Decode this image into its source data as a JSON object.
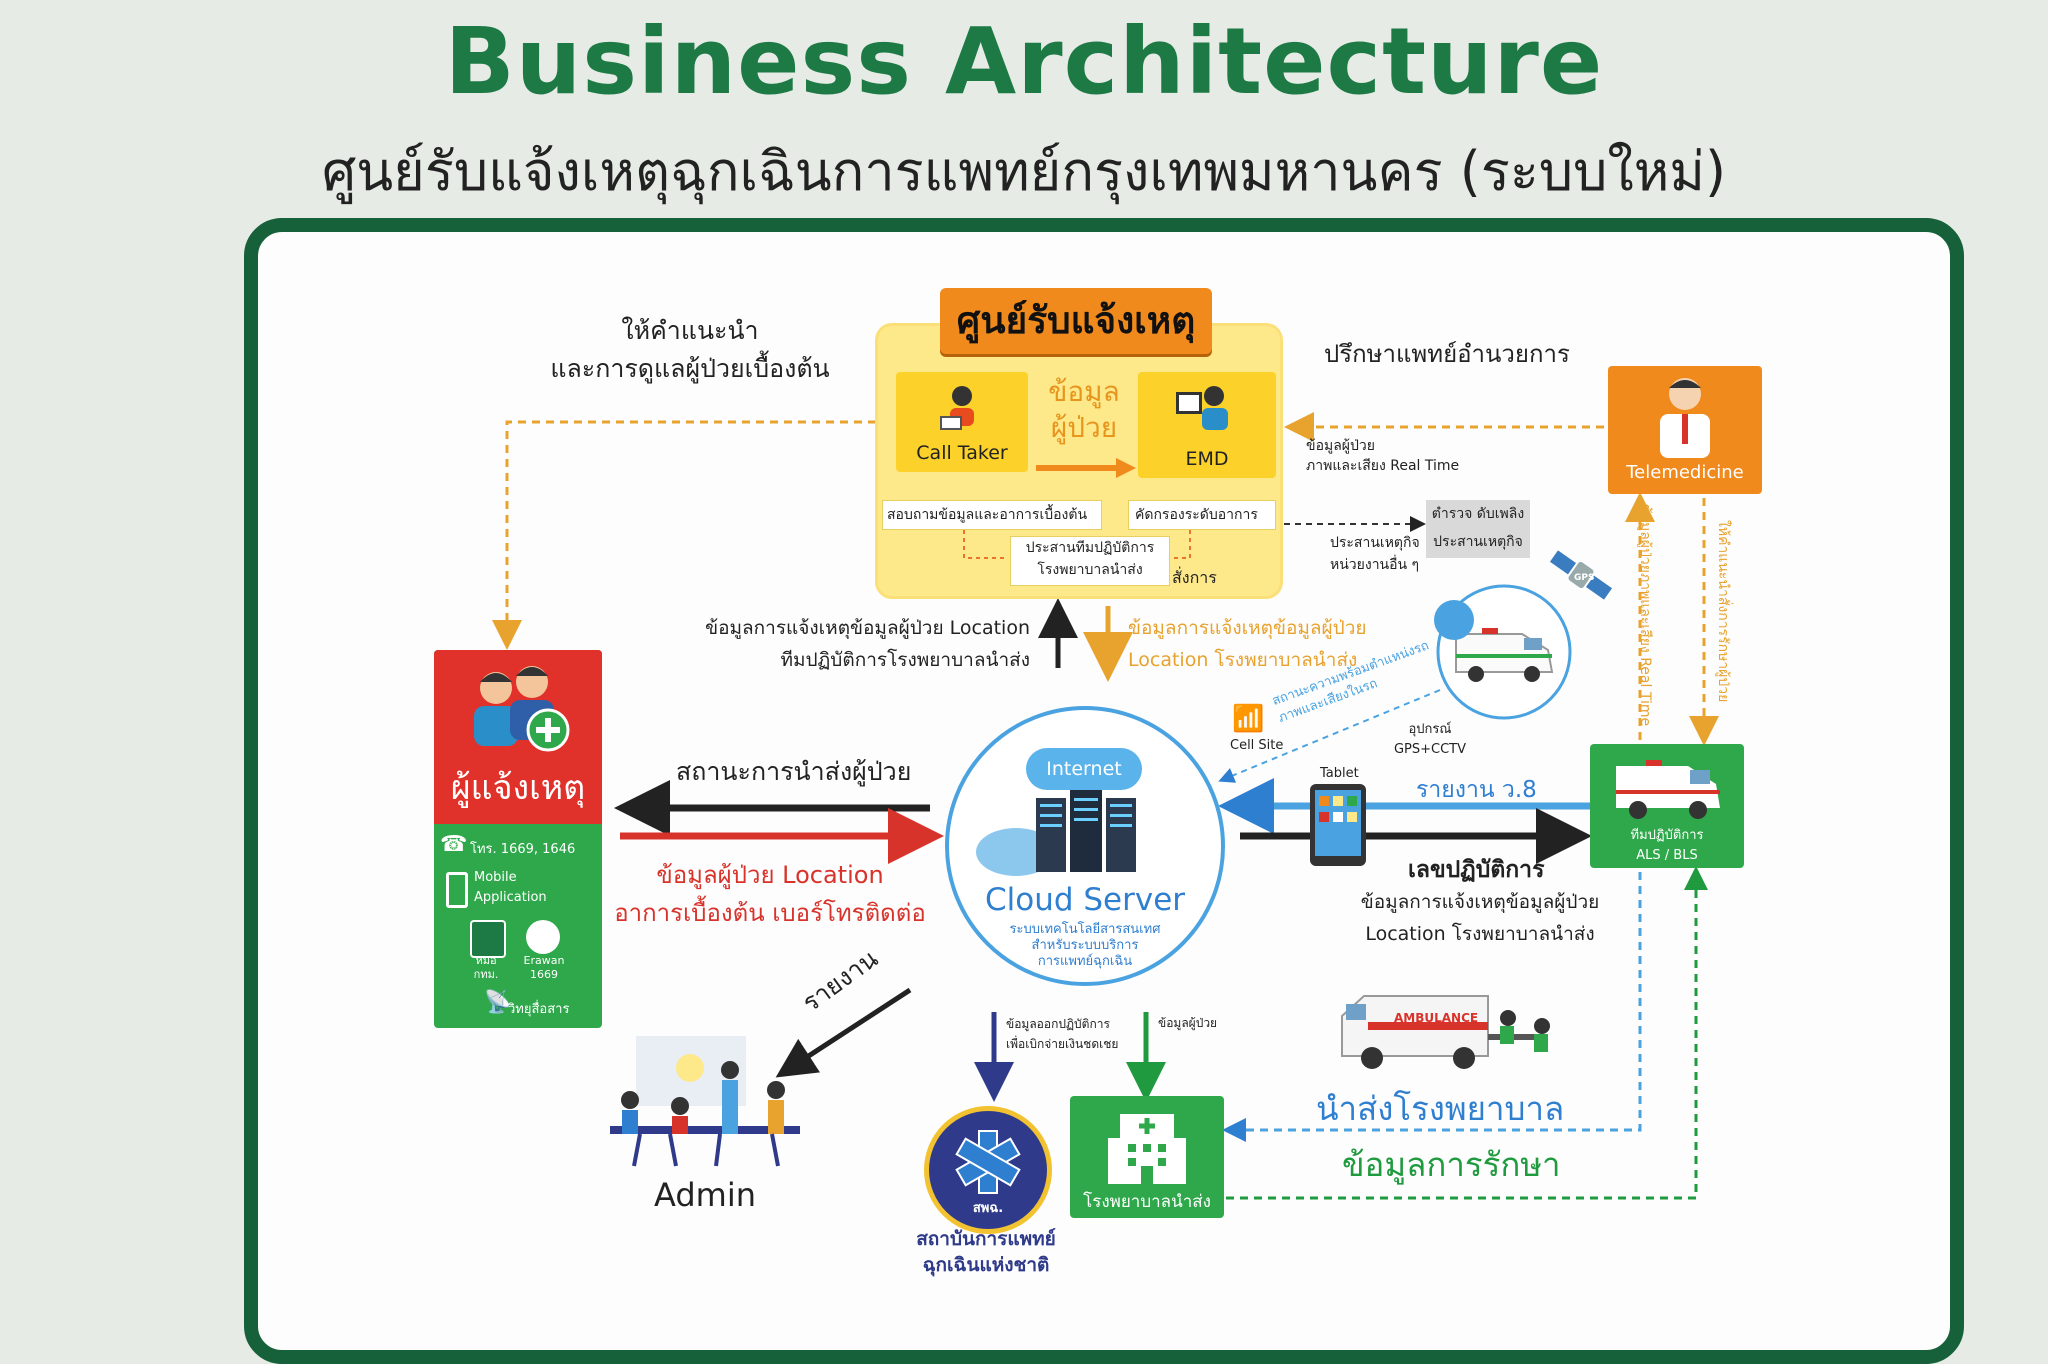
{
  "header": {
    "title": "Business Architecture",
    "subtitle": "ศูนย์รับแจ้งเหตุฉุกเฉินการแพทย์กรุงเทพมหานคร (ระบบใหม่)"
  },
  "center": {
    "title": "ศูนย์รับแจ้งเหตุ",
    "call_taker": "Call Taker",
    "emd": "EMD",
    "patient_data": "ข้อมูล\nผู้ป่วย",
    "inquire": "สอบถามข้อมูลและอาการเบื้องต้น",
    "screening": "คัดกรองระดับอาการ",
    "coordinate_team": "ประสานทีมปฏิบัติการ\nโรงพยาบาลนำส่ง",
    "command": "สั่งการ"
  },
  "labels": {
    "advice": "ให้คำแนะนำ\nและการดูแลผู้ป่วยเบื้องต้น",
    "consult": "ปรึกษาแพทย์อำนวยการ",
    "tele_data": "ข้อมูลผู้ป่วย\nภาพและเสียง Real Time",
    "coord_events": "ประสานเหตุกิจ\nหน่วยงานอื่น ๆ",
    "agencies": "ตำรวจ ดับเพลิง\nประสานเหตุกิจ",
    "up_info": "ข้อมูลการแจ้งเหตุข้อมูลผู้ป่วย Location\nทีมปฏิบัติการโรงพยาบาลนำส่ง",
    "down_info": "ข้อมูลการแจ้งเหตุข้อมูลผู้ป่วย\nLocation โรงพยาบาลนำส่ง",
    "transport_status": "สถานะการนำส่งผู้ป่วย",
    "reporter_info": "ข้อมูลผู้ป่วย Location\nอาการเบื้องต้น เบอร์โทรติดต่อ",
    "readiness": "สถานะความพร้อมตำแหน่งรถ\nภาพและเสียงในรถ",
    "gps": "GPS",
    "cell_site": "Cell Site",
    "equipment": "อุปกรณ์\nGPS+CCTV",
    "tablet": "Tablet",
    "report_v8": "รายงาน ว.8",
    "op_number": "เลขปฏิบัติการ",
    "op_info": "ข้อมูลการแจ้งเหตุข้อมูลผู้ป่วย\nLocation โรงพยาบาลนำส่ง",
    "report": "รายงาน",
    "disburse": "ข้อมูลออกปฏิบัติการ\nเพื่อเบิกจ่ายเงินชดเชย",
    "patient_data_small": "ข้อมูลผู้ป่วย",
    "transport_hospital": "นำส่งโรงพยาบาล",
    "treatment_data": "ข้อมูลการรักษา",
    "vertical_left": "ข้อมูลผู้ป่วยภาพและเสียง Real Time",
    "vertical_right": "ให้คำแนะนำสั่งการรักษาผู้ป่วย",
    "ambulance_text": "AMBULANCE"
  },
  "reporter": {
    "title": "ผู้แจ้งเหตุ",
    "phone": "โทร. 1669, 1646",
    "mobile": "Mobile\nApplication",
    "app1": "หมอ\nกทม.",
    "app2": "Erawan\n1669",
    "radio": "วิทยุสื่อสาร"
  },
  "cloud": {
    "internet": "Internet",
    "title": "Cloud Server",
    "desc": "ระบบเทคโนโลยีสารสนเทศ\nสำหรับระบบบริการ\nการแพทย์ฉุกเฉิน"
  },
  "telemedicine": {
    "label": "Telemedicine"
  },
  "ems_team": {
    "label": "ทีมปฏิบัติการ\nALS / BLS"
  },
  "admin": {
    "label": "Admin"
  },
  "niems": {
    "label": "สถาบันการแพทย์\nฉุกเฉินแห่งชาติ",
    "logo": "สพฉ."
  },
  "hospital": {
    "label": "โรงพยาบาลนำส่ง"
  },
  "colors": {
    "frame": "#17613a",
    "title_green": "#1d7a45",
    "orange": "#f08a1c",
    "yellow_panel": "#fde98a",
    "red": "#d8332b",
    "green": "#2ea84a",
    "blue": "#2f7fd0",
    "navy": "#2f3b8a"
  }
}
